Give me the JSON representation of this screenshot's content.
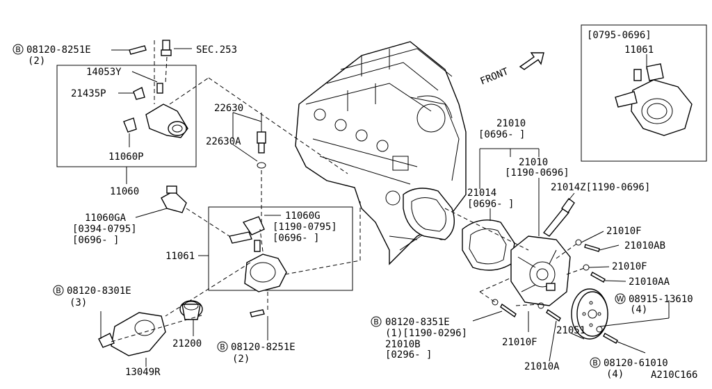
{
  "labels": {
    "b08120_8251E_top": "08120-8251E",
    "qty_2_top": "(2)",
    "sec253": "SEC.253",
    "p14053Y": "14053Y",
    "p21435P": "21435P",
    "p11060P": "11060P",
    "p11060": "11060",
    "p22630": "22630",
    "p22630A": "22630A",
    "p11060GA": "11060GA",
    "d0394_0795": "[0394-0795]",
    "d0696_a": "[0696-    ]",
    "p11060G": "11060G",
    "d1190_0795": "[1190-0795]",
    "d0696_b": "[0696-    ]",
    "p11061_main": "11061",
    "b08120_8301E": "08120-8301E",
    "qty_3": "(3)",
    "p21200": "21200",
    "b08120_8251E_bot": "08120-8251E",
    "qty_2_bot": "(2)",
    "p13049R": "13049R",
    "front": "FRONT",
    "p21010_a": "21010",
    "d0696_c": "[0696-   ]",
    "p21010_b": "21010",
    "d1190_0696": "[1190-0696]",
    "p21014": "21014",
    "d0696_d": "[0696-   ]",
    "p21014Z": "21014Z[1190-0696]",
    "p21010F_1": "21010F",
    "p21010AB": "21010AB",
    "p21010F_2": "21010F",
    "p21010AA": "21010AA",
    "w08915_13610": "08915-13610",
    "qty_4_w": "(4)",
    "b08120_8351E": "08120-8351E",
    "d1_1190_0296": "(1)[1190-0296]",
    "p21010B": "21010B",
    "d0296": "[0296-    ]",
    "p21010F_3": "21010F",
    "p21051": "21051",
    "p21010A": "21010A",
    "b08120_61010": "08120-61010",
    "qty_4_b": "(4)",
    "ref_code": "A210C166",
    "inset_date": "[0795-0696]",
    "inset_part": "11061"
  },
  "markers": {
    "bolt": "B",
    "washer": "W"
  }
}
